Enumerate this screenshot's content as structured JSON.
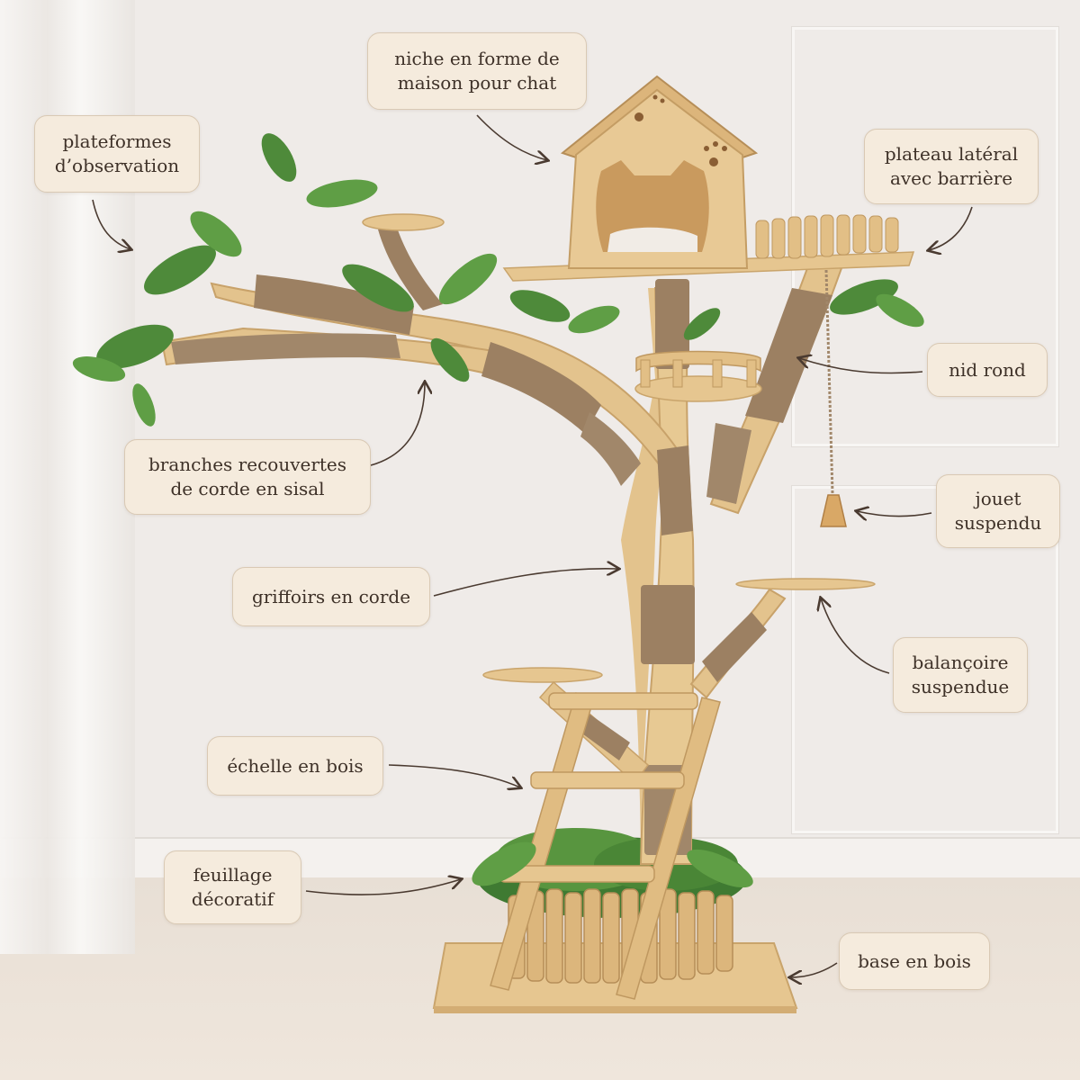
{
  "labels": {
    "niche": {
      "line1": "niche en forme de",
      "line2": "maison pour chat"
    },
    "plateformes": {
      "line1": "plateformes",
      "line2": "d’observation"
    },
    "plateau": {
      "line1": "plateau latéral",
      "line2": "avec barrière"
    },
    "nid": {
      "line1": "nid rond"
    },
    "branches": {
      "line1": "branches recouvertes",
      "line2": "de corde en sisal"
    },
    "jouet": {
      "line1": "jouet",
      "line2": "suspendu"
    },
    "griffoirs": {
      "line1": "griffoirs en corde"
    },
    "balancoire": {
      "line1": "balançoire",
      "line2": "suspendue"
    },
    "echelle": {
      "line1": "échelle en bois"
    },
    "feuillage": {
      "line1": "feuillage",
      "line2": "décoratif"
    },
    "base": {
      "line1": "base en bois"
    }
  },
  "colors": {
    "label_bg": "#f5ebdd",
    "label_border": "#d9c9b4",
    "label_text": "#3e3128",
    "arrow": "#4a3a30",
    "wood": "#e2c08a",
    "sisal": "#9c8062",
    "leaf": "#4e8a3a"
  }
}
